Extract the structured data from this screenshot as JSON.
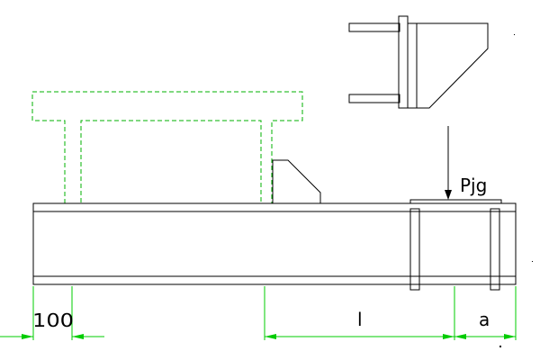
{
  "labels": {
    "load": "Pjg",
    "dim_left": "100",
    "dim_span": "l",
    "dim_end": "a"
  },
  "colors": {
    "outline": "#000000",
    "hidden": "#00b000",
    "dimension": "#00cc00",
    "background": "#ffffff"
  }
}
